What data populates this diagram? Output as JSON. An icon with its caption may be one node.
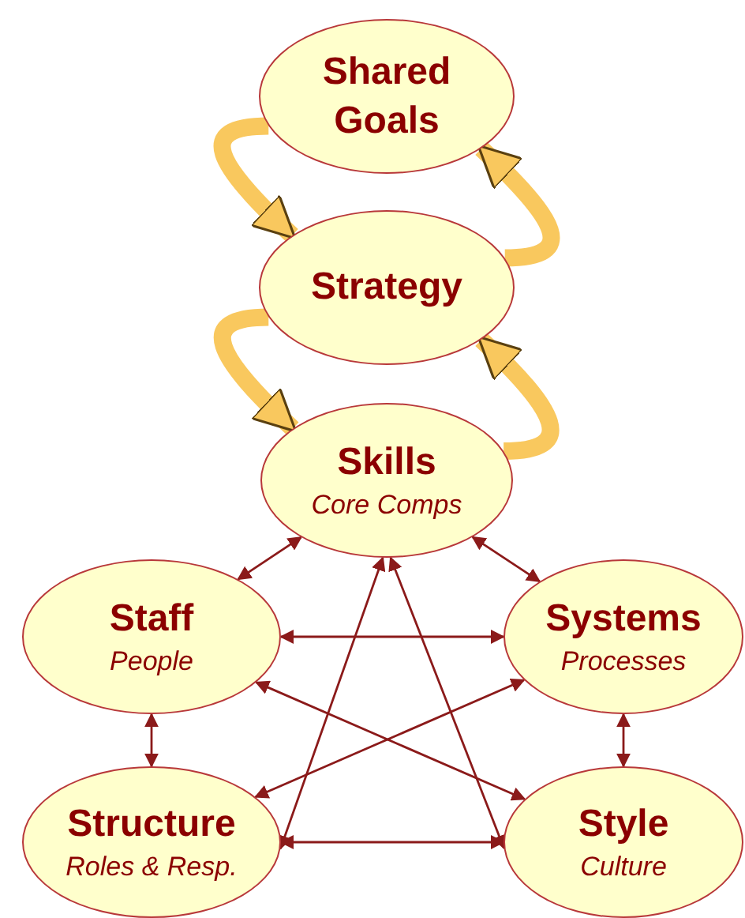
{
  "diagram": {
    "nodes": [
      {
        "text": [
          "Shared Goals"
        ]
      },
      {
        "text": [
          "Strategy"
        ]
      },
      {
        "text": [
          "Skills",
          "Core Comps"
        ]
      },
      {
        "text": [
          "Staff",
          "People"
        ]
      },
      {
        "text": [
          "Systems",
          "Processes"
        ]
      },
      {
        "text": [
          "Structure",
          "Roles & Resp."
        ]
      },
      {
        "text": [
          "Style",
          "Culture"
        ]
      }
    ],
    "edges": [
      {
        "from": 0,
        "to": 1,
        "arrow": "to",
        "style": "thick",
        "color": "#f9c85e"
      },
      {
        "from": 1,
        "to": 2,
        "arrow": "to",
        "style": "thick",
        "color": "#f9c85e"
      },
      {
        "from": 2,
        "to": 1,
        "arrow": "to",
        "style": "thick",
        "color": "#f9c85e"
      },
      {
        "from": 1,
        "to": 0,
        "arrow": "to",
        "style": "thick",
        "color": "#f9c85e"
      },
      {
        "from": 2,
        "to": 3,
        "arrow": "both"
      },
      {
        "from": 2,
        "to": 4,
        "arrow": "both"
      },
      {
        "from": 3,
        "to": 4,
        "arrow": "both"
      },
      {
        "from": 3,
        "to": 5,
        "arrow": "both"
      },
      {
        "from": 4,
        "to": 6,
        "arrow": "both"
      },
      {
        "from": 5,
        "to": 6,
        "arrow": "both"
      },
      {
        "from": 2,
        "to": 5,
        "arrow": "both"
      },
      {
        "from": 2,
        "to": 6,
        "arrow": "both"
      },
      {
        "from": 3,
        "to": 6,
        "arrow": "both"
      },
      {
        "from": 4,
        "to": 5,
        "arrow": "both"
      }
    ]
  }
}
